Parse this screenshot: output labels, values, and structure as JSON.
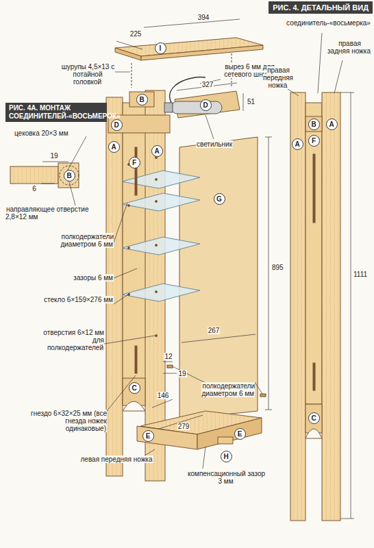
{
  "diagram": {
    "title": "РИС. 4. ДЕТАЛЬНЫЙ ВИД",
    "nodes": [
      {
        "text": [
          "РИС. 4А. МОНТАЖ СОЕДИНИТЕЛЕЙ-«ВОСЬМЕРОК»"
        ]
      },
      {
        "text": [
          "I"
        ]
      },
      {
        "text": [
          "B"
        ]
      },
      {
        "text": [
          "D"
        ]
      },
      {
        "text": [
          "B"
        ]
      },
      {
        "text": [
          "A"
        ]
      },
      {
        "text": [
          "D"
        ]
      },
      {
        "text": [
          "A"
        ]
      },
      {
        "text": [
          "F"
        ]
      },
      {
        "text": [
          "A"
        ]
      },
      {
        "text": [
          "B"
        ]
      },
      {
        "text": [
          "G"
        ]
      },
      {
        "text": [
          "A"
        ]
      },
      {
        "text": [
          "F"
        ]
      },
      {
        "text": [
          "C"
        ]
      },
      {
        "text": [
          "C"
        ]
      },
      {
        "text": [
          "E"
        ]
      },
      {
        "text": [
          "H"
        ]
      },
      {
        "text": [
          "E"
        ]
      }
    ],
    "labels": [
      "225",
      "394",
      "шурупы 4,5×13 с потайной головкой",
      "соединитель-«восьмерка»",
      "правая задняя ножка",
      "вырез 6 мм для сетевого шнура",
      "327",
      "51",
      "правая передняя ножка",
      "светильник",
      "цековка 20×3 мм",
      "19",
      "6",
      "направляющее отверстие 2,8×12 мм",
      "полкодержатели диаметром 6 мм",
      "зазоры 6 мм",
      "стекло 6×159×276 мм",
      "895",
      "1111",
      "267",
      "отверстия 6×12 мм для полкодержателей",
      "12",
      "19",
      "полкодержатели диаметром 6 мм",
      "146",
      "гнездо 6×32×25 мм (все гнезда ножек одинаковые)",
      "279",
      "левая передняя ножка",
      "компенсационный зазор 3 мм"
    ]
  }
}
